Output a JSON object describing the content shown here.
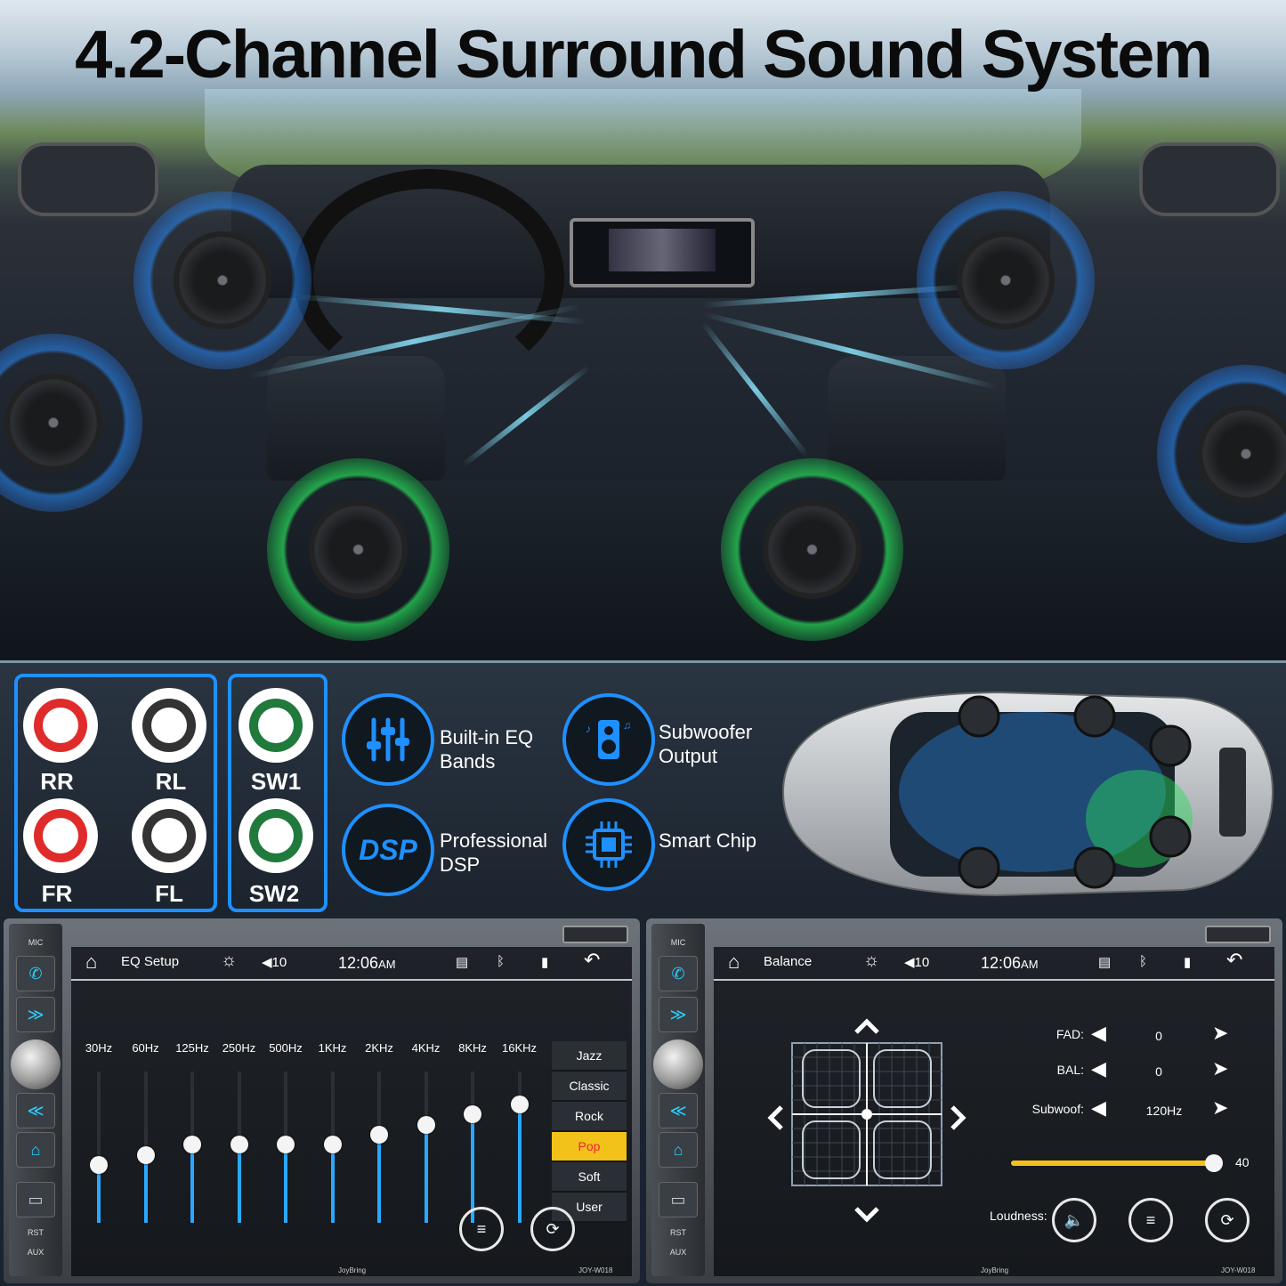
{
  "title": "4.2-Channel Surround Sound System",
  "rca_ports": [
    {
      "label": "RR",
      "color": "#e02b2b"
    },
    {
      "label": "RL",
      "color": "#ffffff"
    },
    {
      "label": "FR",
      "color": "#e02b2b"
    },
    {
      "label": "FL",
      "color": "#ffffff"
    }
  ],
  "sub_ports": [
    {
      "label": "SW1",
      "color": "#1f7a3c"
    },
    {
      "label": "SW2",
      "color": "#1f7a3c"
    }
  ],
  "features": [
    {
      "icon": "eq-sliders-icon",
      "text1": "Built-in EQ",
      "text2": "Bands"
    },
    {
      "icon": "speaker-box-icon",
      "text1": "Subwoofer",
      "text2": "Output"
    },
    {
      "icon": "dsp-icon",
      "icon_text": "DSP",
      "text1": "Professional",
      "text2": "DSP"
    },
    {
      "icon": "chip-icon",
      "text1": "Smart Chip",
      "text2": ""
    }
  ],
  "eq_screen": {
    "title": "EQ Setup",
    "volume": "10",
    "time": "12:06",
    "ampm": "AM",
    "bands": [
      {
        "label": "30Hz",
        "level": 0.38
      },
      {
        "label": "60Hz",
        "level": 0.45
      },
      {
        "label": "125Hz",
        "level": 0.52
      },
      {
        "label": "250Hz",
        "level": 0.52
      },
      {
        "label": "500Hz",
        "level": 0.52
      },
      {
        "label": "1KHz",
        "level": 0.52
      },
      {
        "label": "2KHz",
        "level": 0.58
      },
      {
        "label": "4KHz",
        "level": 0.65
      },
      {
        "label": "8KHz",
        "level": 0.72
      },
      {
        "label": "16KHz",
        "level": 0.78
      }
    ],
    "presets": [
      "Jazz",
      "Classic",
      "Rock",
      "Pop",
      "Soft",
      "User"
    ],
    "selected_preset": "Pop",
    "brand": "JoyBring",
    "model": "JOY-W018"
  },
  "balance_screen": {
    "title": "Balance",
    "volume": "10",
    "time": "12:06",
    "ampm": "AM",
    "fad_label": "FAD:",
    "fad_value": "0",
    "bal_label": "BAL:",
    "bal_value": "0",
    "subwoof_label": "Subwoof:",
    "subwoof_value": "120Hz",
    "level_value": "40",
    "level_fraction": 1.0,
    "loudness_label": "Loudness:",
    "brand": "JoyBring",
    "model": "JOY-W018"
  },
  "side_labels": {
    "mic": "MIC",
    "rst": "RST",
    "aux": "AUX"
  },
  "colors": {
    "accent_blue": "#1e90ff",
    "slider_blue": "#2aa8ff",
    "selected_yellow": "#f3c21a",
    "speaker_green": "#28dc5a"
  }
}
